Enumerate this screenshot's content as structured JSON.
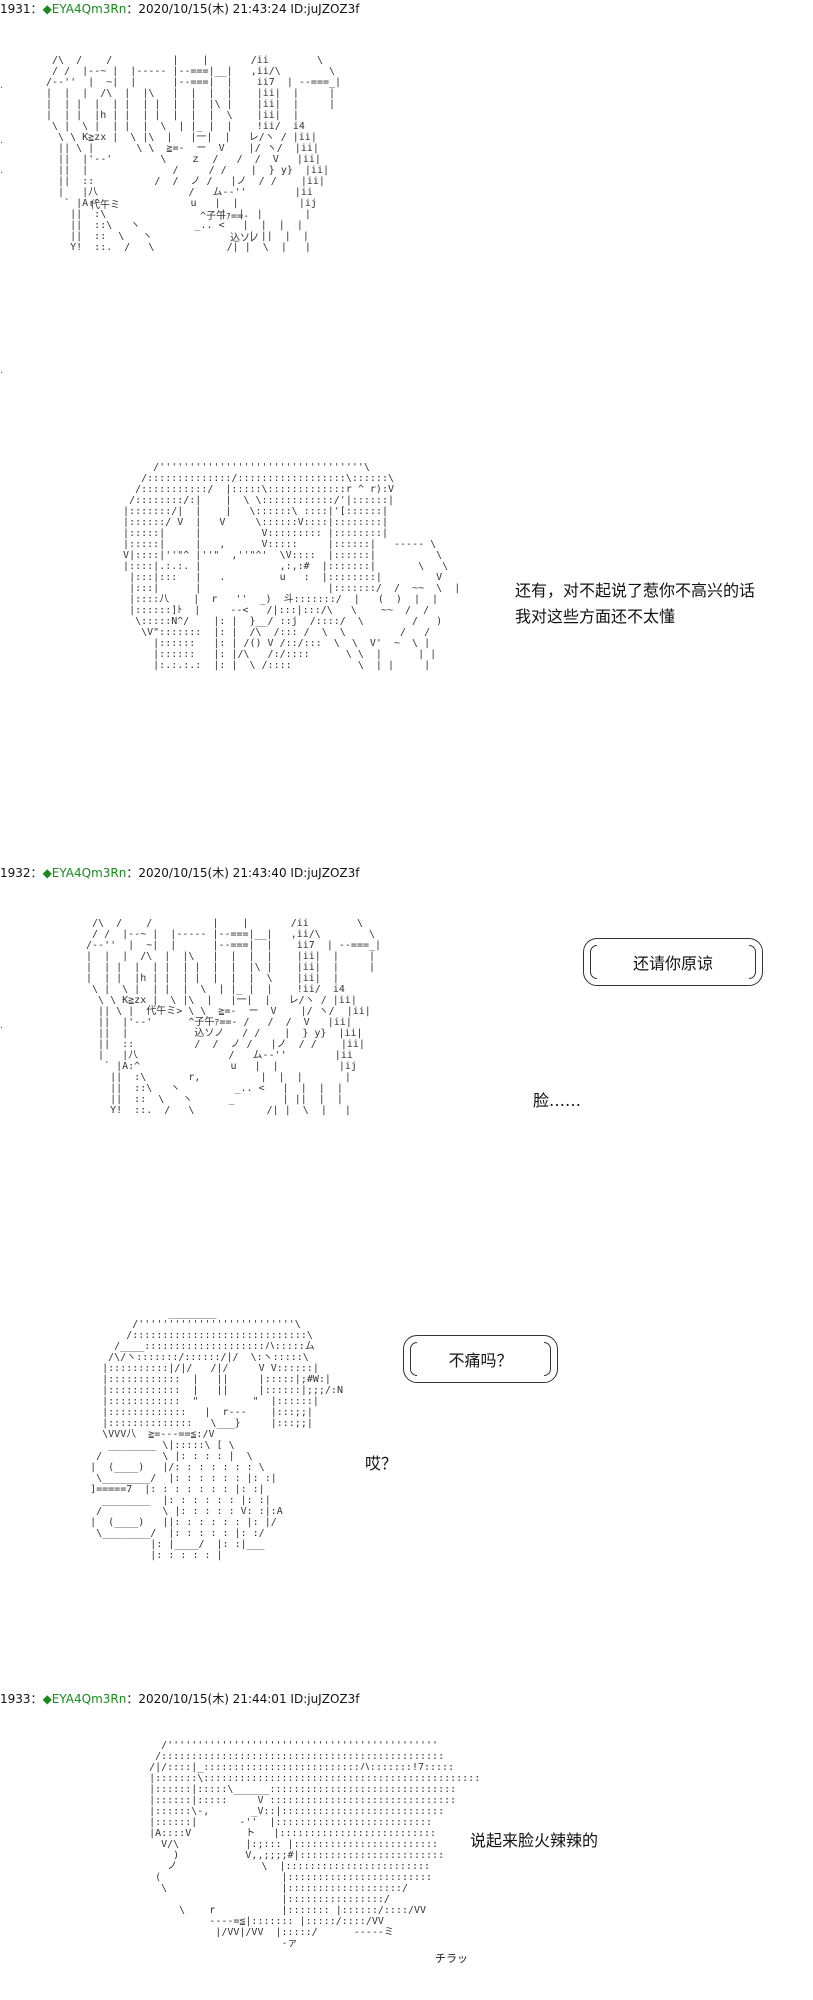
{
  "posts": [
    {
      "number": "1931",
      "separator": "：",
      "diamond": "◆",
      "trip": "EYA4Qm3Rn",
      "datetime": "：2020/10/15(木) 21:43:24",
      "id": "ID:juJZOZ3f"
    },
    {
      "number": "1932",
      "separator": "：",
      "diamond": "◆",
      "trip": "EYA4Qm3Rn",
      "datetime": "：2020/10/15(木) 21:43:40",
      "id": "ID:juJZOZ3f"
    },
    {
      "number": "1933",
      "separator": "：",
      "diamond": "◆",
      "trip": "EYA4Qm3Rn",
      "datetime": "：2020/10/15(木) 21:44:01",
      "id": "ID:juJZOZ3f"
    }
  ],
  "dialogue": {
    "line1": "还有，对不起说了惹你不高兴的话",
    "line2": "我对这些方面还不太懂",
    "bubble1": "还请你原谅",
    "line3": "脸……",
    "bubble2": "不痛吗？",
    "line4": "哎？",
    "line5": "说起来脸火辣辣的"
  },
  "sfx": {
    "chira": "チラッ"
  },
  "ascii_art": {
    "face1_label1": "代午ミ",
    "face1_label2": "^子午ｧ==-",
    "face1_label3": "込ソノ"
  }
}
